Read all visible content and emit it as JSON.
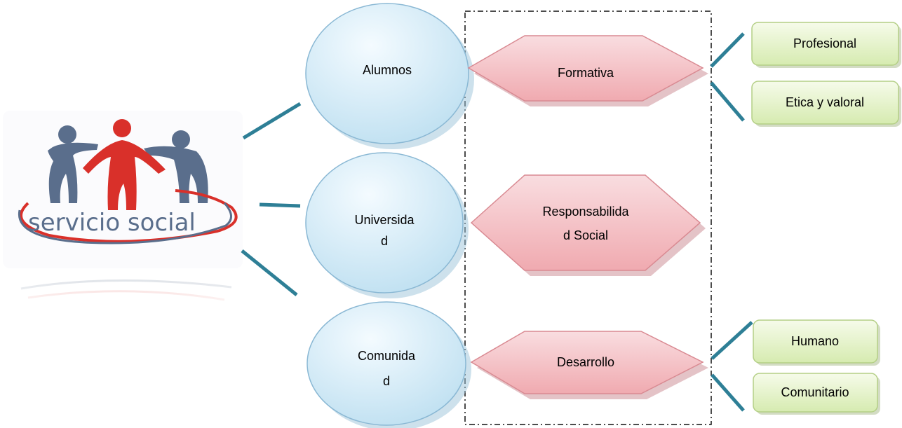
{
  "logo": {
    "text": "servicio social"
  },
  "groups": [
    {
      "lines": [
        "Alumnos"
      ]
    },
    {
      "lines": [
        "Universida",
        "d"
      ]
    },
    {
      "lines": [
        "Comunida",
        "d"
      ]
    }
  ],
  "aspects": [
    {
      "lines": [
        "Formativa"
      ]
    },
    {
      "lines": [
        "Responsabilida",
        "d Social"
      ]
    },
    {
      "lines": [
        "Desarrollo"
      ]
    }
  ],
  "outcomes": [
    {
      "label": "Profesional"
    },
    {
      "label": "Etica y valoral"
    },
    {
      "label": "Humano"
    },
    {
      "label": "Comunitario"
    }
  ],
  "colors": {
    "connector": "#2e7f96",
    "ellipse_fill": "#cfe8f4",
    "ellipse_stroke": "#8ab8d4",
    "hexagon_fill": "#f4c0c4",
    "hexagon_stroke": "#d98a92",
    "box_fill": "#e4f2c8",
    "box_stroke": "#b4cf86",
    "logo_red": "#d9302a",
    "logo_blue": "#5a6e8c"
  }
}
